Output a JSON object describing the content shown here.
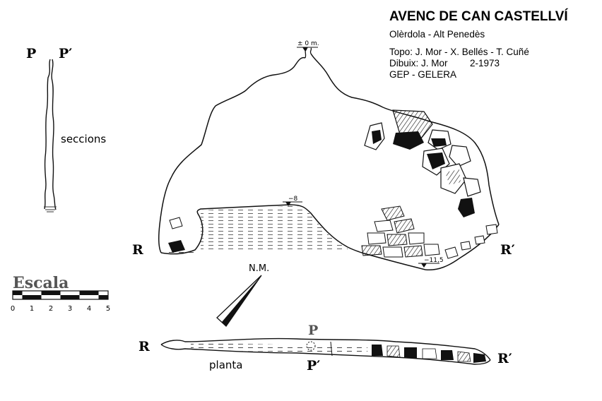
{
  "header": {
    "title": "AVENC DE CAN CASTELLVÍ",
    "location": "Olèrdola - Alt Penedès",
    "topo": "Topo: J. Mor - X. Bellés - T. Cuñé",
    "dibuix": "Dibuix: J. Mor",
    "date": "2-1973",
    "group": "GEP - GELERA"
  },
  "section_labels": {
    "p": "P",
    "p_prime": "P′",
    "seccions": "seccions"
  },
  "elevation": {
    "entrance_depth": "± 0 m.",
    "ledge_depth": "−8",
    "bottom_depth": "−11,5",
    "r": "R",
    "r_prime": "R′"
  },
  "scale": {
    "label": "Escala",
    "ticks": [
      "0",
      "1",
      "2",
      "3",
      "4",
      "5"
    ]
  },
  "north": {
    "label": "N.M."
  },
  "plan": {
    "r": "R",
    "r_prime": "R′",
    "p": "P",
    "p_prime": "P′",
    "label": "planta"
  },
  "colors": {
    "ink": "#111111",
    "paper": "#ffffff"
  }
}
